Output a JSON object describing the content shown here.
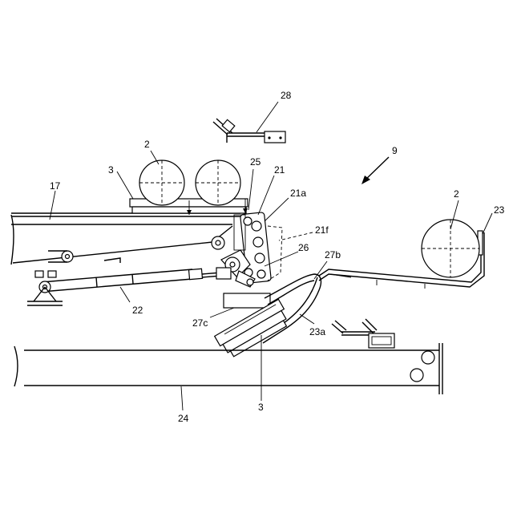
{
  "figure": {
    "labels": {
      "l28": "28",
      "l9": "9",
      "l2a": "2",
      "l3a": "3",
      "l25": "25",
      "l21": "21",
      "l21a": "21a",
      "l17": "17",
      "l21f": "21f",
      "l2b": "2",
      "l23": "23",
      "l26": "26",
      "l27b": "27b",
      "l22": "22",
      "l27c": "27c",
      "l23a": "23a",
      "l24": "24",
      "l3b": "3"
    }
  }
}
